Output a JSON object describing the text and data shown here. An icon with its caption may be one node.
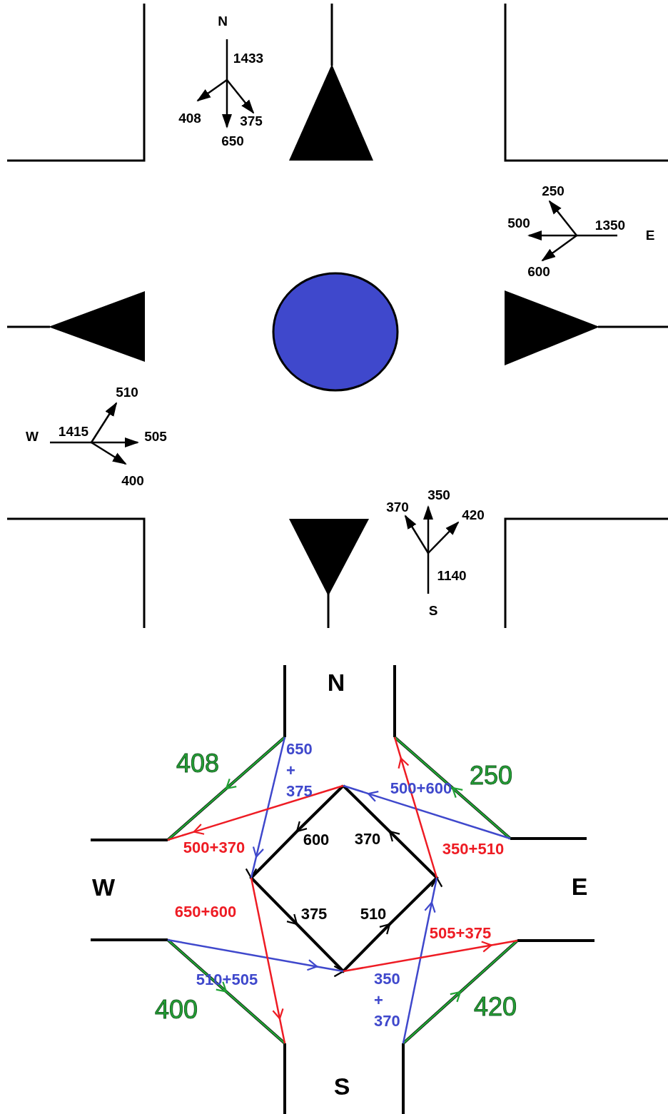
{
  "diagram": {
    "labels": [
      "N",
      "1433",
      "408",
      "375",
      "650",
      "250",
      "500",
      "1350",
      "E",
      "600",
      "510",
      "W",
      "1415",
      "505",
      "400",
      "370",
      "350",
      "420",
      "1140",
      "S",
      "N",
      "650 + 375",
      "408",
      "250",
      "500+600",
      "600",
      "370",
      "500+370",
      "350+510",
      "W",
      "E",
      "650+600",
      "375",
      "510",
      "505+375",
      "510+505",
      "350 + 370",
      "400",
      "420",
      "S"
    ]
  }
}
